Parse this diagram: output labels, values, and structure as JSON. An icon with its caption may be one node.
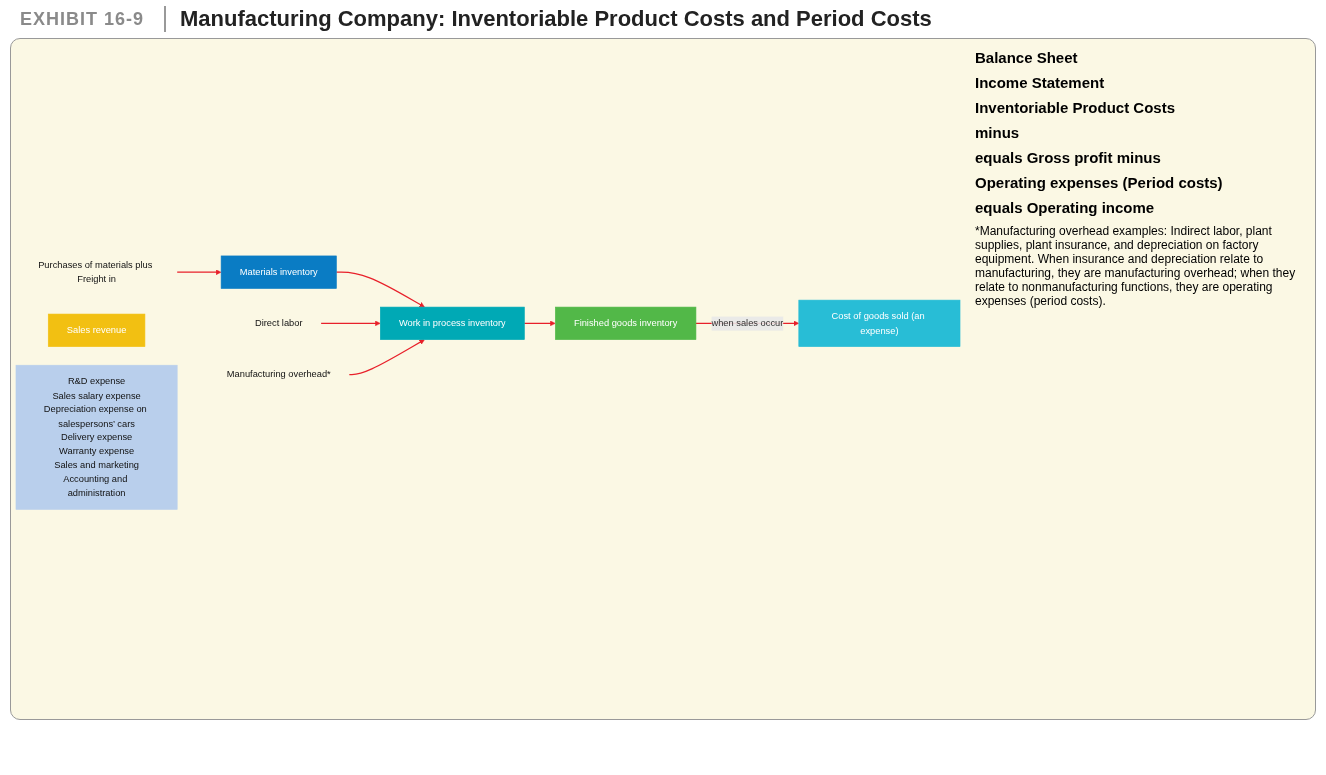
{
  "diagram": {
    "title": "Manufacturing Company: Inventoriable Product Costs and Period Costs",
    "nodes": [
      {
        "text": [
          "Purchases of materials plus Freight in"
        ]
      },
      {
        "text": [
          "Materials inventory"
        ]
      },
      {
        "text": [
          "Direct labor"
        ]
      },
      {
        "text": [
          "Manufacturing overhead*"
        ]
      },
      {
        "text": [
          "Work in process inventory"
        ]
      },
      {
        "text": [
          "Finished goods inventory"
        ]
      },
      {
        "text": [
          "Sales revenue"
        ]
      },
      {
        "text": [
          "Cost of goods sold (an expense)"
        ]
      },
      {
        "text": [
          "R&D expense",
          "Sales salary expense",
          "Depreciation expense on salespersons’ cars",
          "Delivery expense",
          "Warranty expense",
          "Sales and marketing",
          "Accounting and administration"
        ]
      }
    ],
    "edges": [
      {
        "from": 0,
        "to": 1,
        "arrow": "to"
      },
      {
        "from": 1,
        "to": 4,
        "arrow": "to"
      },
      {
        "from": 2,
        "to": 4,
        "arrow": "to"
      },
      {
        "from": 3,
        "to": 4,
        "arrow": "to"
      },
      {
        "from": 4,
        "to": 5,
        "arrow": "to"
      },
      {
        "from": 5,
        "to": 7,
        "arrow": "to",
        "label": "when sales occur"
      }
    ],
    "labels": [
      "EXHIBIT 16-9",
      "Balance Sheet",
      "Income Statement",
      "Inventoriable Product Costs",
      "minus",
      "equals Gross profit minus",
      "Operating expenses (Period costs)",
      "equals Operating income",
      "*Manufacturing overhead examples: Indirect labor, plant supplies, plant insurance, and depreciation on factory equipment. When insurance and depreciation relate to manufacturing, they are manufacturing overhead; when they relate to nonmanufacturing functions, they are operating expenses (period costs)."
    ]
  }
}
